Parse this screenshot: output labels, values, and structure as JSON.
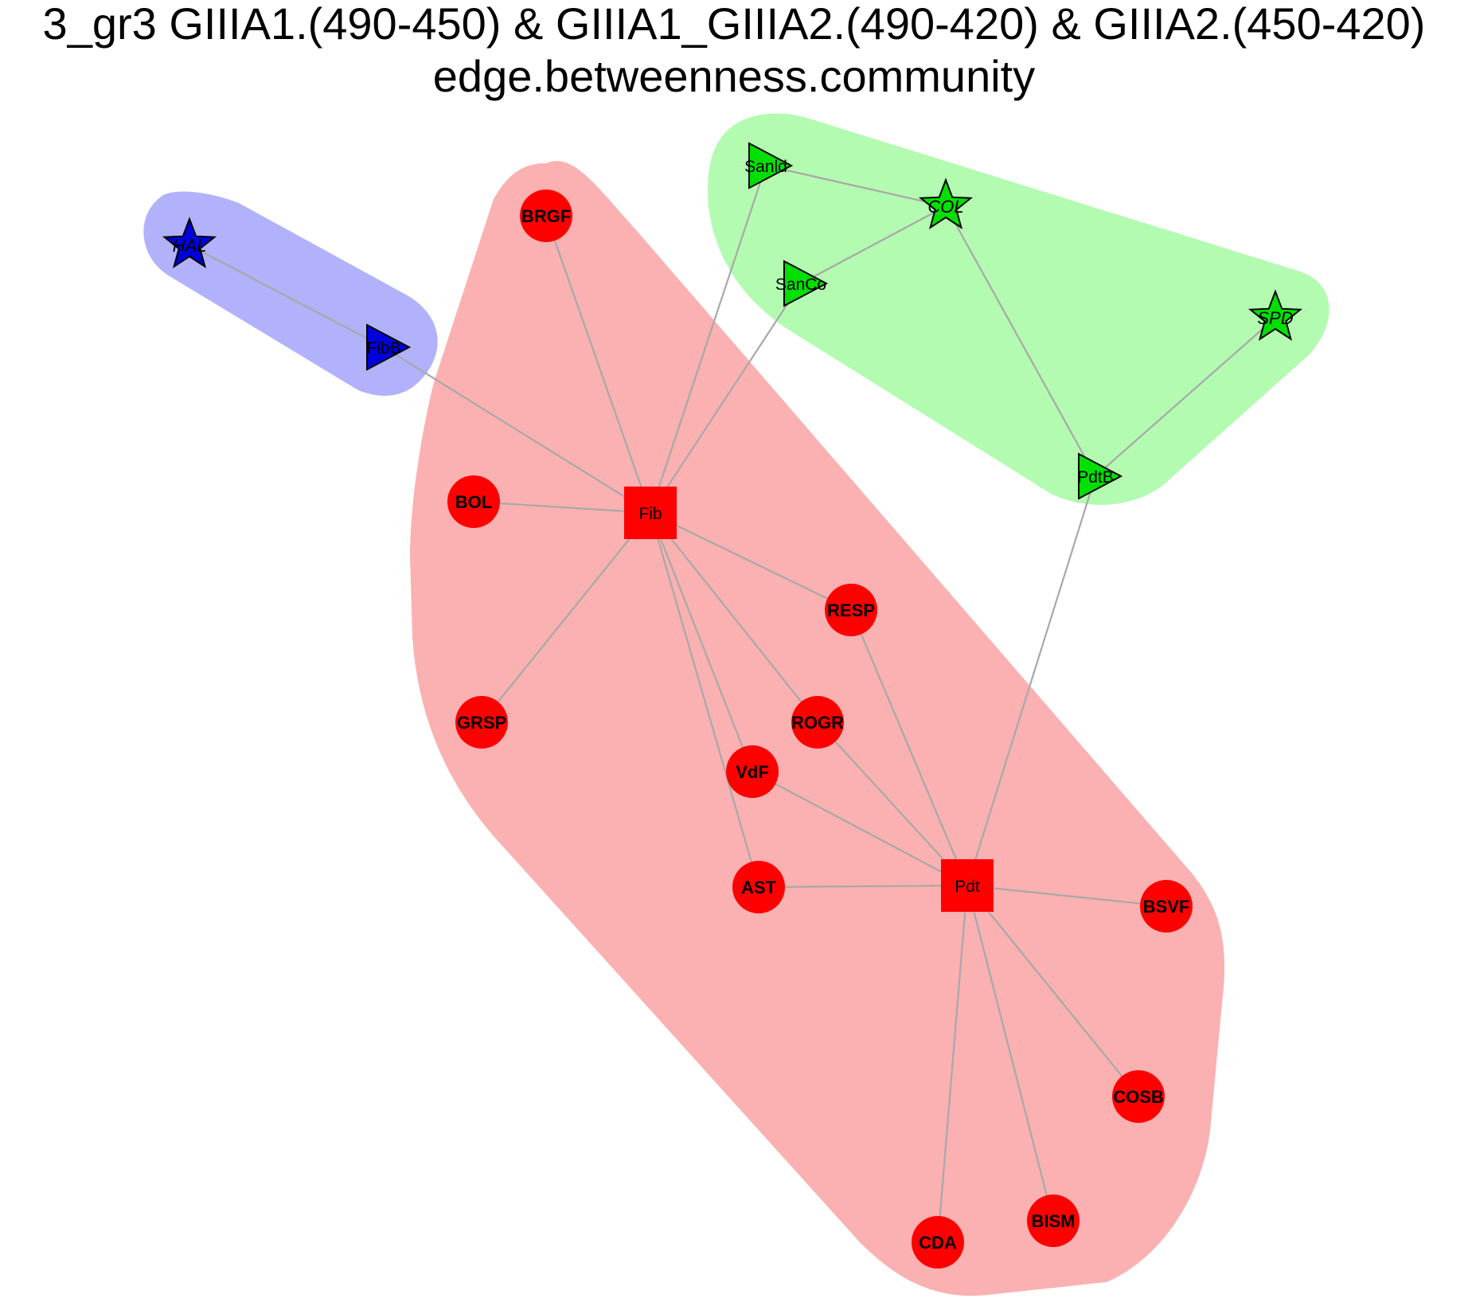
{
  "title_line1": "3_gr3 GIIIA1.(490-450) & GIIIA1_GIIIA2.(490-420) & GIIIA2.(450-420)",
  "title_line2": "edge.betweenness.community",
  "colors": {
    "community_red_fill": "#fbb1b1",
    "community_green_fill": "#b3fbb1",
    "community_blue_fill": "#b1b2fb",
    "node_red": "#ff0000",
    "node_green": "#00e000",
    "node_blue": "#0000dd",
    "edge": "#a8a8a8"
  },
  "communities": [
    {
      "id": "red",
      "members": [
        "BRGF",
        "BOL",
        "Fib",
        "RESP",
        "GRSP",
        "ROGR",
        "VdF",
        "AST",
        "Pdt",
        "BSVF",
        "COSB",
        "CDA",
        "BISM"
      ]
    },
    {
      "id": "green",
      "members": [
        "Sanld",
        "SanCo",
        "COL",
        "SPD",
        "PdtB"
      ]
    },
    {
      "id": "blue",
      "members": [
        "HAL",
        "FibB"
      ]
    }
  ],
  "nodes": [
    {
      "id": "HAL",
      "label": "HAL",
      "shape": "star",
      "community": "blue"
    },
    {
      "id": "FibB",
      "label": "FibB",
      "shape": "triangle",
      "community": "blue"
    },
    {
      "id": "BRGF",
      "label": "BRGF",
      "shape": "circle",
      "community": "red"
    },
    {
      "id": "BOL",
      "label": "BOL",
      "shape": "circle",
      "community": "red"
    },
    {
      "id": "Fib",
      "label": "Fib",
      "shape": "square",
      "community": "red"
    },
    {
      "id": "RESP",
      "label": "RESP",
      "shape": "circle",
      "community": "red"
    },
    {
      "id": "GRSP",
      "label": "GRSP",
      "shape": "circle",
      "community": "red"
    },
    {
      "id": "ROGR",
      "label": "ROGR",
      "shape": "circle",
      "community": "red"
    },
    {
      "id": "VdF",
      "label": "VdF",
      "shape": "circle",
      "community": "red"
    },
    {
      "id": "AST",
      "label": "AST",
      "shape": "circle",
      "community": "red"
    },
    {
      "id": "Pdt",
      "label": "Pdt",
      "shape": "square",
      "community": "red"
    },
    {
      "id": "BSVF",
      "label": "BSVF",
      "shape": "circle",
      "community": "red"
    },
    {
      "id": "COSB",
      "label": "COSB",
      "shape": "circle",
      "community": "red"
    },
    {
      "id": "CDA",
      "label": "CDA",
      "shape": "circle",
      "community": "red"
    },
    {
      "id": "BISM",
      "label": "BISM",
      "shape": "circle",
      "community": "red"
    },
    {
      "id": "Sanld",
      "label": "Sanld",
      "shape": "triangle",
      "community": "green"
    },
    {
      "id": "SanCo",
      "label": "SanCo",
      "shape": "triangle",
      "community": "green"
    },
    {
      "id": "COL",
      "label": "COL",
      "shape": "star",
      "community": "green"
    },
    {
      "id": "SPD",
      "label": "SPD",
      "shape": "star",
      "community": "green"
    },
    {
      "id": "PdtB",
      "label": "PdtB",
      "shape": "triangle",
      "community": "green"
    }
  ],
  "edges": [
    [
      "HAL",
      "FibB"
    ],
    [
      "FibB",
      "Fib"
    ],
    [
      "BRGF",
      "Fib"
    ],
    [
      "BOL",
      "Fib"
    ],
    [
      "Sanld",
      "Fib"
    ],
    [
      "SanCo",
      "Fib"
    ],
    [
      "Fib",
      "RESP"
    ],
    [
      "Fib",
      "GRSP"
    ],
    [
      "Fib",
      "ROGR"
    ],
    [
      "Fib",
      "VdF"
    ],
    [
      "Fib",
      "AST"
    ],
    [
      "Sanld",
      "COL"
    ],
    [
      "SanCo",
      "COL"
    ],
    [
      "COL",
      "PdtB"
    ],
    [
      "SPD",
      "PdtB"
    ],
    [
      "PdtB",
      "Pdt"
    ],
    [
      "RESP",
      "Pdt"
    ],
    [
      "ROGR",
      "Pdt"
    ],
    [
      "VdF",
      "Pdt"
    ],
    [
      "AST",
      "Pdt"
    ],
    [
      "Pdt",
      "BSVF"
    ],
    [
      "Pdt",
      "COSB"
    ],
    [
      "Pdt",
      "CDA"
    ],
    [
      "Pdt",
      "BISM"
    ]
  ]
}
